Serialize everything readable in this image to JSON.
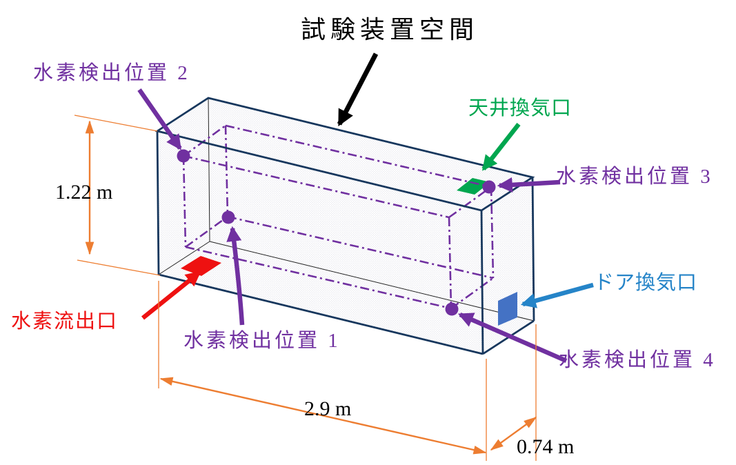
{
  "title": "試験装置空間",
  "labels": {
    "detection2": "水素検出位置 2",
    "ceiling_vent": "天井換気口",
    "detection3": "水素検出位置 3",
    "outlet": "水素流出口",
    "detection1": "水素検出位置 1",
    "door_vent": "ドア換気口",
    "detection4": "水素検出位置 4"
  },
  "dimensions": {
    "height": "1.22 m",
    "length": "2.9 m",
    "depth": "0.74 m"
  },
  "colors": {
    "purple": "#7030A0",
    "green": "#00A64F",
    "red": "#EE1111",
    "blue": "#2584C8",
    "blue-vent": "#4472C4",
    "orange": "#ED7D31",
    "navy": "#17375D",
    "ink": "#000000"
  }
}
